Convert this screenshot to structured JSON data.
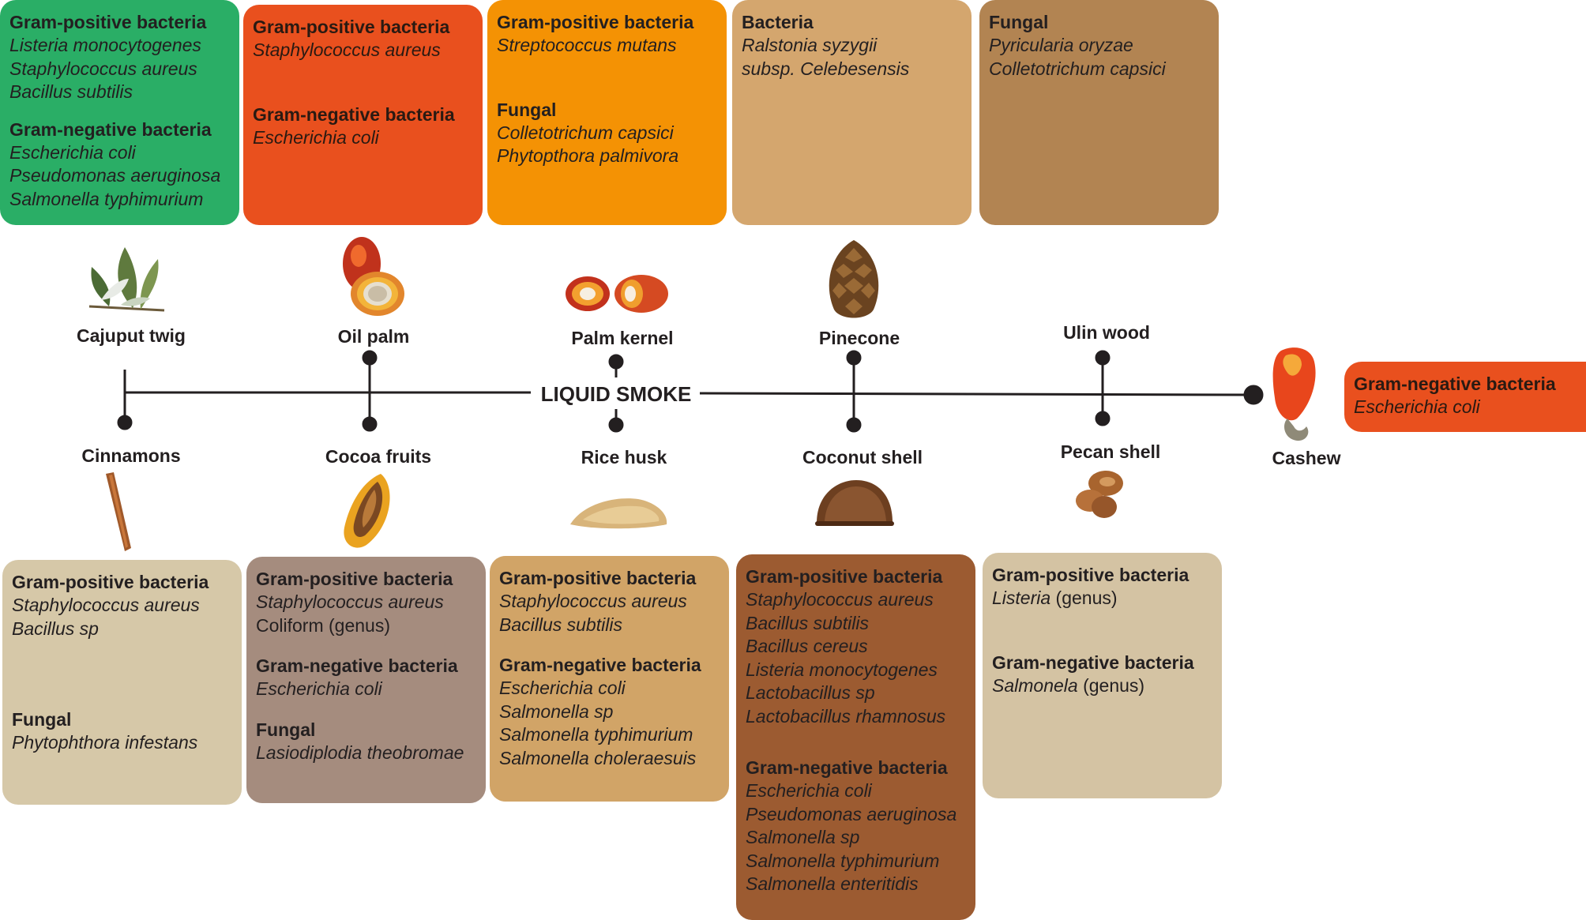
{
  "center_label": "LIQUID SMOKE",
  "top_sources": [
    {
      "label": "Cajuput twig",
      "icon": "cajuput-twig-icon"
    },
    {
      "label": "Oil palm",
      "icon": "oil-palm-fruit-icon"
    },
    {
      "label": "Palm kernel",
      "icon": "palm-kernel-icon"
    },
    {
      "label": "Pinecone",
      "icon": "pinecone-icon"
    },
    {
      "label": "Ulin wood",
      "icon": ""
    }
  ],
  "bottom_sources": [
    {
      "label": "Cinnamons",
      "icon": "cinnamon-stick-icon"
    },
    {
      "label": "Cocoa fruits",
      "icon": "cocoa-pod-icon"
    },
    {
      "label": "Rice husk",
      "icon": "rice-husk-icon"
    },
    {
      "label": "Coconut shell",
      "icon": "coconut-shell-icon"
    },
    {
      "label": "Pecan shell",
      "icon": "pecan-icon"
    }
  ],
  "end_source": {
    "label": "Cashew",
    "icon": "cashew-fruit-icon"
  },
  "boxes": {
    "cajuput": {
      "color": "#2aae66",
      "groups": [
        {
          "category": "Gram-positive bacteria",
          "organisms": [
            "Listeria monocytogenes",
            "Staphylococcus aureus",
            "Bacillus subtilis"
          ]
        },
        {
          "category": "Gram-negative bacteria",
          "organisms": [
            "Escherichia coli",
            "Pseudomonas aeruginosa",
            "Salmonella typhimurium"
          ]
        }
      ]
    },
    "oil_palm": {
      "color": "#e9501e",
      "groups": [
        {
          "category": "Gram-positive bacteria",
          "organisms": [
            "Staphylococcus aureus"
          ]
        },
        {
          "category": "Gram-negative bacteria",
          "organisms": [
            "Escherichia coli"
          ]
        }
      ]
    },
    "palm_kernel": {
      "color": "#f49204",
      "groups": [
        {
          "category": "Gram-positive bacteria",
          "organisms": [
            "Streptococcus mutans"
          ]
        },
        {
          "category": "Fungal",
          "organisms": [
            "Colletotrichum capsici",
            "Phytopthora palmivora"
          ]
        }
      ]
    },
    "pinecone": {
      "color": "#d4a66e",
      "groups": [
        {
          "category": "Bacteria",
          "organisms": [
            "Ralstonia syzygii",
            "subsp. Celebesensis"
          ]
        }
      ]
    },
    "ulin": {
      "color": "#b28452",
      "groups": [
        {
          "category": "Fungal",
          "organisms": [
            "Pyricularia oryzae",
            "Colletotrichum capsici"
          ]
        }
      ]
    },
    "cashew": {
      "color": "#e9501e",
      "groups": [
        {
          "category": "Gram-negative bacteria",
          "organisms": [
            "Escherichia coli"
          ]
        }
      ]
    },
    "cinnamon": {
      "color": "#d6c8a8",
      "groups": [
        {
          "category": "Gram-positive bacteria",
          "organisms": [
            "Staphylococcus aureus",
            "Bacillus sp"
          ]
        },
        {
          "category": "Fungal",
          "organisms": [
            "Phytophthora infestans"
          ]
        }
      ]
    },
    "cocoa": {
      "color": "#a58c7e",
      "groups": [
        {
          "category": "Gram-positive bacteria",
          "organisms": [
            "Staphylococcus aureus"
          ],
          "plain": [
            "Coliform (genus)"
          ]
        },
        {
          "category": "Gram-negative bacteria",
          "organisms": [
            "Escherichia coli"
          ]
        },
        {
          "category": "Fungal",
          "organisms": [
            "Lasiodiplodia theobromae"
          ]
        }
      ]
    },
    "rice_husk": {
      "color": "#d1a467",
      "groups": [
        {
          "category": "Gram-positive bacteria",
          "organisms": [
            "Staphylococcus aureus",
            "Bacillus subtilis"
          ]
        },
        {
          "category": "Gram-negative bacteria",
          "organisms": [
            "Escherichia coli",
            "Salmonella sp",
            "Salmonella typhimurium",
            "Salmonella choleraesuis"
          ]
        }
      ]
    },
    "coconut": {
      "color": "#9c5b31",
      "groups": [
        {
          "category": "Gram-positive bacteria",
          "organisms": [
            "Staphylococcus aureus",
            "Bacillus subtilis",
            "Bacillus cereus",
            "Listeria monocytogenes",
            "Lactobacillus sp",
            "Lactobacillus rhamnosus"
          ]
        },
        {
          "category": "Gram-negative bacteria",
          "organisms": [
            "Escherichia coli",
            "Pseudomonas aeruginosa",
            "Salmonella sp",
            "Salmonella typhimurium",
            "Salmonella enteritidis"
          ]
        }
      ]
    },
    "pecan": {
      "color": "#d4c3a3",
      "groups": [
        {
          "category": "Gram-positive bacteria",
          "mixed": [
            {
              "italic": "Listeria"
            },
            {
              "plain": " (genus)"
            }
          ]
        },
        {
          "category": "Gram-negative bacteria",
          "mixed": [
            {
              "italic": "Salmonela"
            },
            {
              "plain": " (genus)"
            }
          ]
        }
      ]
    }
  }
}
